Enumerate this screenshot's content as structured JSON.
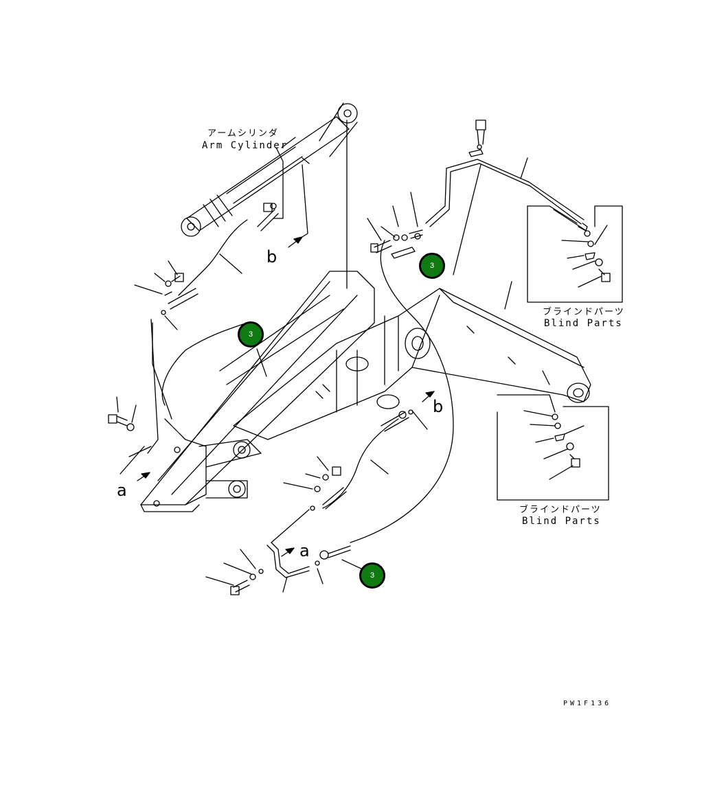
{
  "labels": {
    "arm_cylinder_jp": "アームシリンダ",
    "arm_cylinder_en": "Arm Cylinder",
    "blind_parts_upper_jp": "ブラインドパーツ",
    "blind_parts_upper_en": "Blind Parts",
    "blind_parts_lower_jp": "ブラインドパーツ",
    "blind_parts_lower_en": "Blind Parts",
    "ref_a_left": "a",
    "ref_a_bottom": "a",
    "ref_b_top": "b",
    "ref_b_mid": "b",
    "drawing_code": "PW1F136"
  },
  "callouts": [
    {
      "number": "3"
    },
    {
      "number": "3"
    },
    {
      "number": "3"
    }
  ],
  "colors": {
    "callout_fill": "#0f7a12",
    "line": "#000000"
  }
}
